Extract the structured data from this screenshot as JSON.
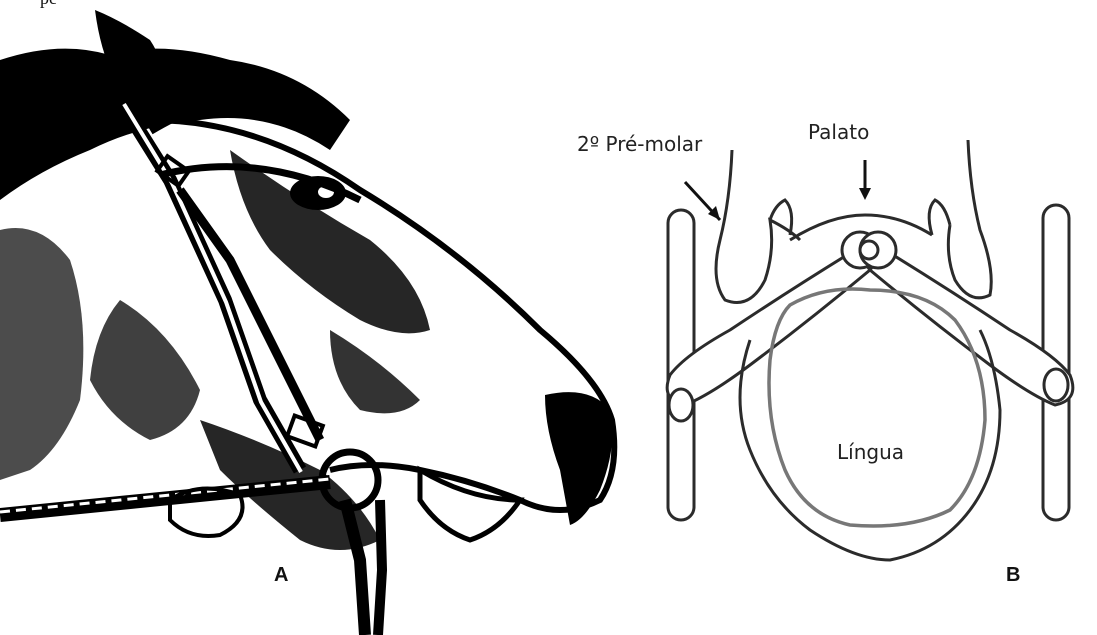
{
  "top_fragment": "pe",
  "panel_a": {
    "letter": "A"
  },
  "panel_b": {
    "letter": "B",
    "labels": {
      "premolar": "2º Pré-molar",
      "palato": "Palato",
      "lingua": "Língua"
    }
  },
  "colors": {
    "ink": "#000000",
    "outline": "#2b2b2b",
    "tongue_outline": "#777777",
    "background": "#ffffff"
  }
}
